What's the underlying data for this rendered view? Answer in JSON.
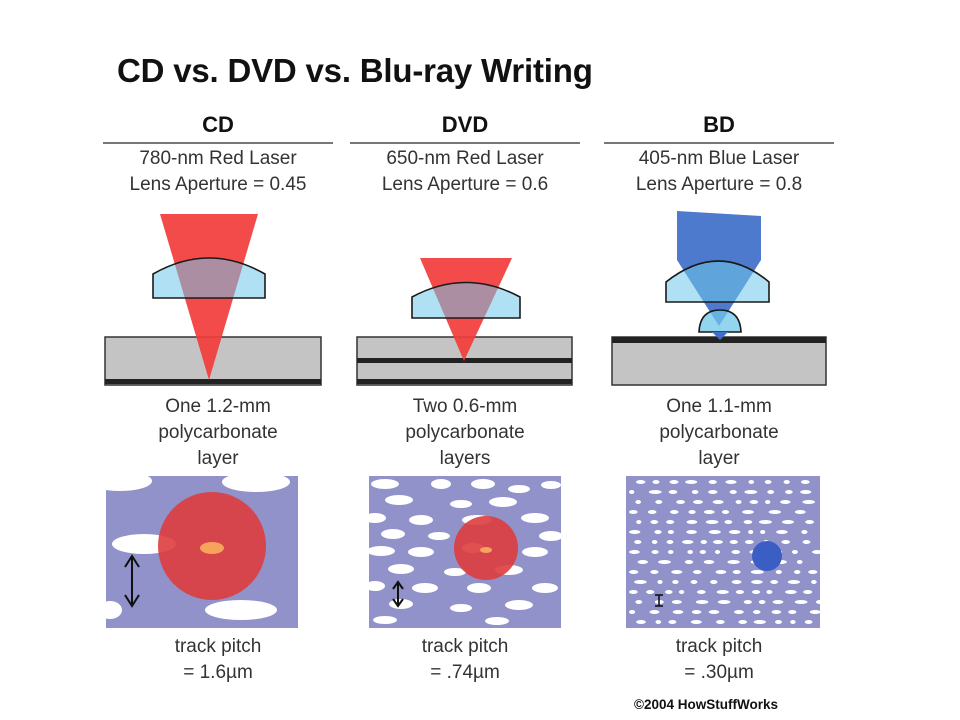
{
  "title": "CD vs. DVD vs. Blu-ray Writing",
  "copyright": "©2004 HowStuffWorks",
  "columns": [
    {
      "heading": "CD",
      "laser": "780-nm Red Laser",
      "aperture": "Lens Aperture = 0.45",
      "layer_lines": [
        "One 1.2-mm",
        "polycarbonate",
        "layer"
      ],
      "track_pitch_label": "track pitch",
      "track_pitch_value": "= 1.6µm"
    },
    {
      "heading": "DVD",
      "laser": "650-nm Red Laser",
      "aperture": "Lens Aperture = 0.6",
      "layer_lines": [
        "Two 0.6-mm",
        "polycarbonate",
        "layers"
      ],
      "track_pitch_label": "track pitch",
      "track_pitch_value": "= .74µm"
    },
    {
      "heading": "BD",
      "laser": "405-nm Blue Laser",
      "aperture": "Lens Aperture = 0.8",
      "layer_lines": [
        "One 1.1-mm",
        "polycarbonate",
        "layer"
      ],
      "track_pitch_label": "track pitch",
      "track_pitch_value": "= .30µm"
    }
  ],
  "colors": {
    "red_laser": "#f23b3b",
    "blue_laser": "#3f6fc9",
    "lens": "#6fc6ea",
    "disc_layer": "#c4c4c4",
    "track_surface": "#9192c9",
    "red_spot": "#de3d3d",
    "blue_spot": "#3a5ec4"
  }
}
